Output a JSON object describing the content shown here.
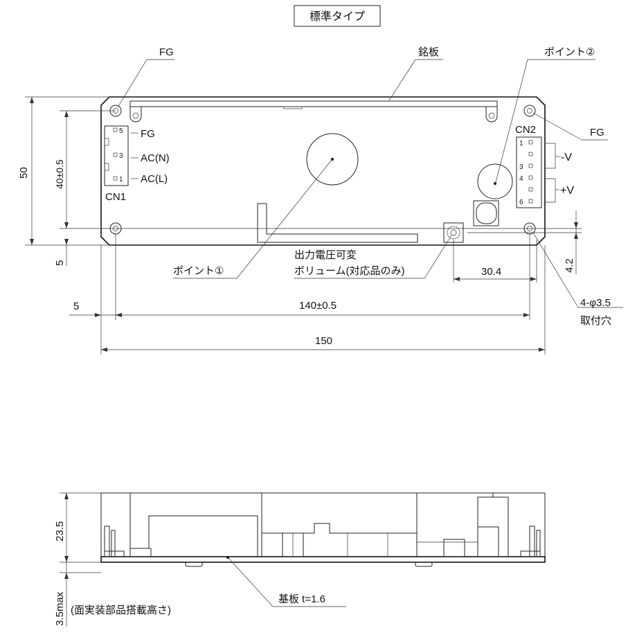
{
  "title": "標準タイプ",
  "top_view": {
    "fg_left_label": "FG",
    "nameplate_label": "銘板",
    "point2_label": "ポイント②",
    "fg_right_label": "FG",
    "cn1": {
      "name": "CN1",
      "pins": [
        {
          "num": "5",
          "label": "FG"
        },
        {
          "num": "3",
          "label": "AC(N)"
        },
        {
          "num": "1",
          "label": "AC(L)"
        }
      ]
    },
    "cn2": {
      "name": "CN2",
      "pins": [
        "1",
        "3",
        "4",
        "6"
      ],
      "neg_label": "-V",
      "pos_label": "+V"
    },
    "point1_label": "ポイント①",
    "vr_label_line1": "出力電圧可変",
    "vr_label_line2": "ボリューム(対応品のみ)",
    "dims": {
      "height": "50",
      "hole_pitch_v": "40±0.5",
      "bottom_offset": "5",
      "left_offset": "5",
      "hole_pitch_h": "140±0.5",
      "width": "150",
      "vr_offset": "30.4",
      "vr_height": "4.2",
      "hole_spec": "4-φ3.5",
      "hole_name": "取付穴"
    }
  },
  "side_view": {
    "height": "23.5",
    "parts_height": "3.5max",
    "parts_note": "(面実装部品搭載高さ)",
    "pcb_label": "基板 t=1.6"
  }
}
